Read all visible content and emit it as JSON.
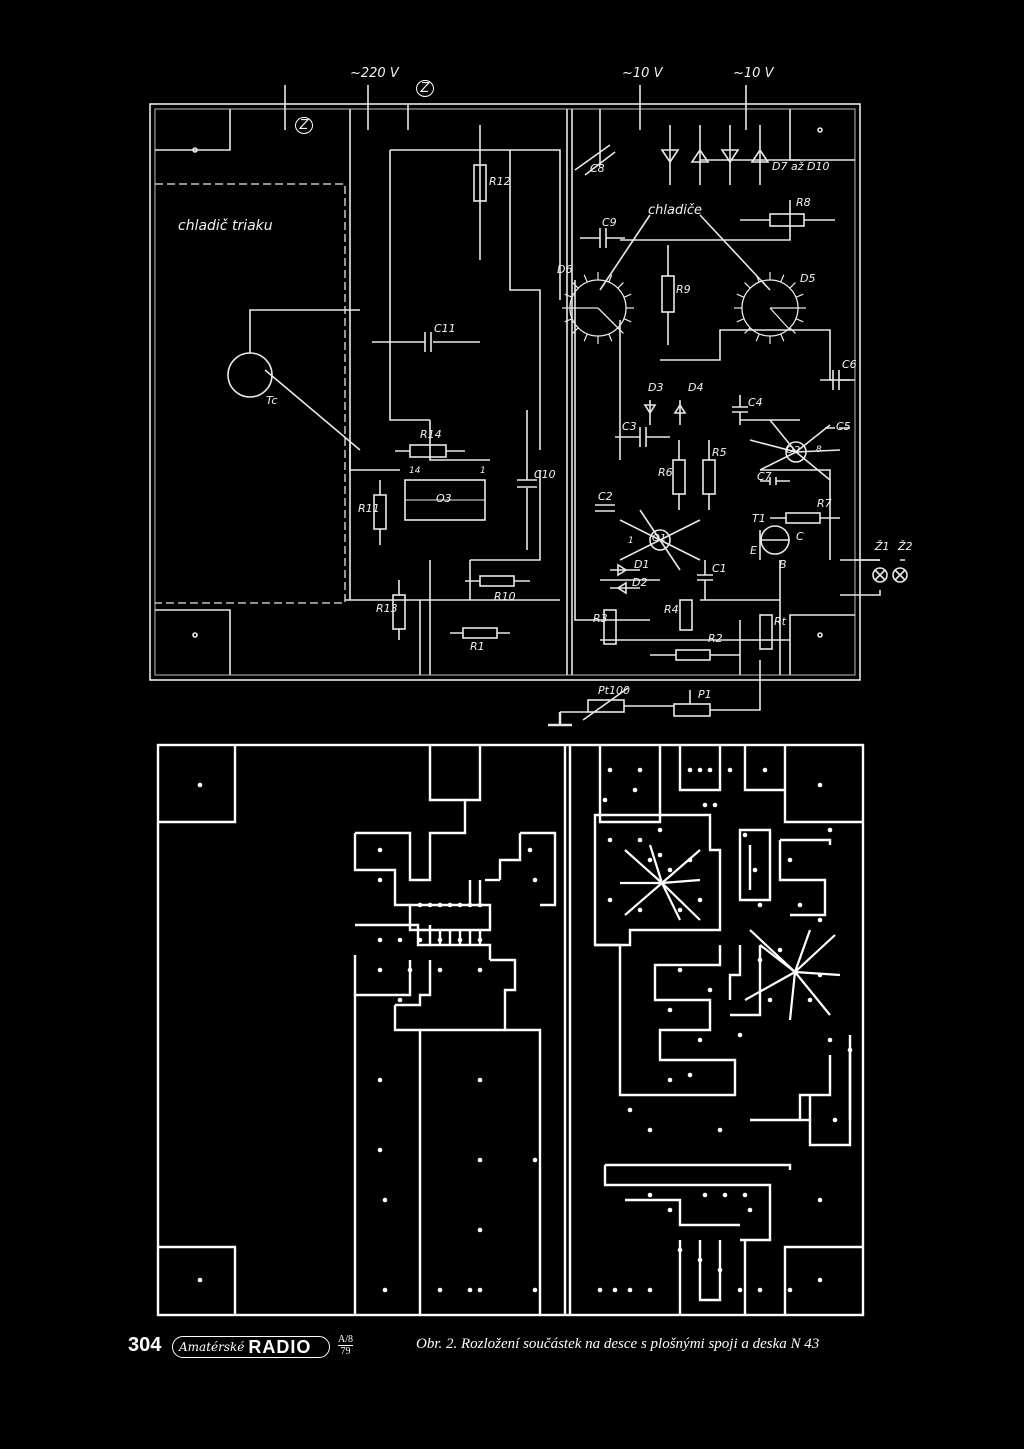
{
  "schematic": {
    "supply_mains": "~220 V",
    "supply_low_1": "~10 V",
    "supply_low_2": "~10 V",
    "terminal_z1": "Z",
    "terminal_z2": "Z",
    "heatsink_triac": "chladič triaku",
    "heatsink_diodes": "chladiče",
    "diodes_range": "D7 až D10",
    "labels": {
      "tc": "Tc",
      "r12": "R12",
      "c11": "C11",
      "r14": "R14",
      "c10": "C10",
      "r11": "R11",
      "o3": "O3",
      "r13": "R13",
      "r10": "R10",
      "r1": "R1",
      "c8": "C8",
      "c9": "C9",
      "r8": "R8",
      "d6": "D6",
      "r9": "R9",
      "d5": "D5",
      "c6": "C6",
      "d3": "D3",
      "d4": "D4",
      "c4": "C4",
      "c3": "C3",
      "c5": "C5",
      "r6": "R6",
      "r5": "R5",
      "o2": "O2",
      "c7": "C7",
      "r7": "R7",
      "c2": "C2",
      "o1": "O1",
      "t1": "T1",
      "d1": "D1",
      "d2": "D2",
      "c1": "C1",
      "e": "E",
      "b": "B",
      "c": "C",
      "r3": "R3",
      "r4": "R4",
      "r2": "R2",
      "rt": "Rt",
      "pt": "Pt100",
      "p1": "P1",
      "z1": "Ž1",
      "z2": "Ž2",
      "pin14": "14",
      "pin1": "1",
      "pin8": "8",
      "pin1b": "1"
    }
  },
  "footer": {
    "page_number": "304",
    "magazine_script": "Amatérské",
    "magazine_bold": "RADIO",
    "issue_num": "A/8",
    "issue_year": "79",
    "caption": "Obr. 2. Rozložení součástek na desce s plošnými spoji a deska N 43"
  }
}
